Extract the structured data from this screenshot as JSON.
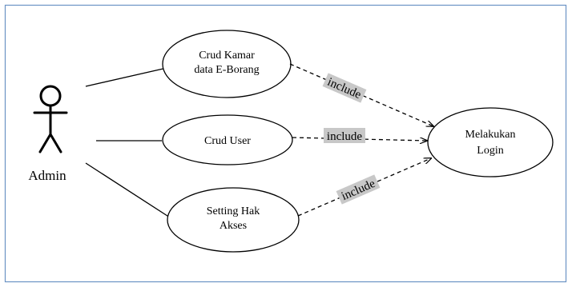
{
  "colors": {
    "frame_border": "#6b93c4",
    "stroke": "#000000",
    "include_label_bg": "#c8c8c8",
    "background": "#ffffff"
  },
  "actor": {
    "label": "Admin",
    "icon": "stick-figure-actor-icon"
  },
  "use_cases": {
    "crud_kamar": {
      "line1": "Crud Kamar",
      "line2": "data E-Borang"
    },
    "crud_user": {
      "line1": "Crud User"
    },
    "setting_hak_akses": {
      "line1": "Setting Hak",
      "line2": "Akses"
    },
    "melakukan_login": {
      "line1": "Melakukan",
      "line2": "Login"
    }
  },
  "relations": {
    "include_1": "include",
    "include_2": "include",
    "include_3": "include"
  }
}
